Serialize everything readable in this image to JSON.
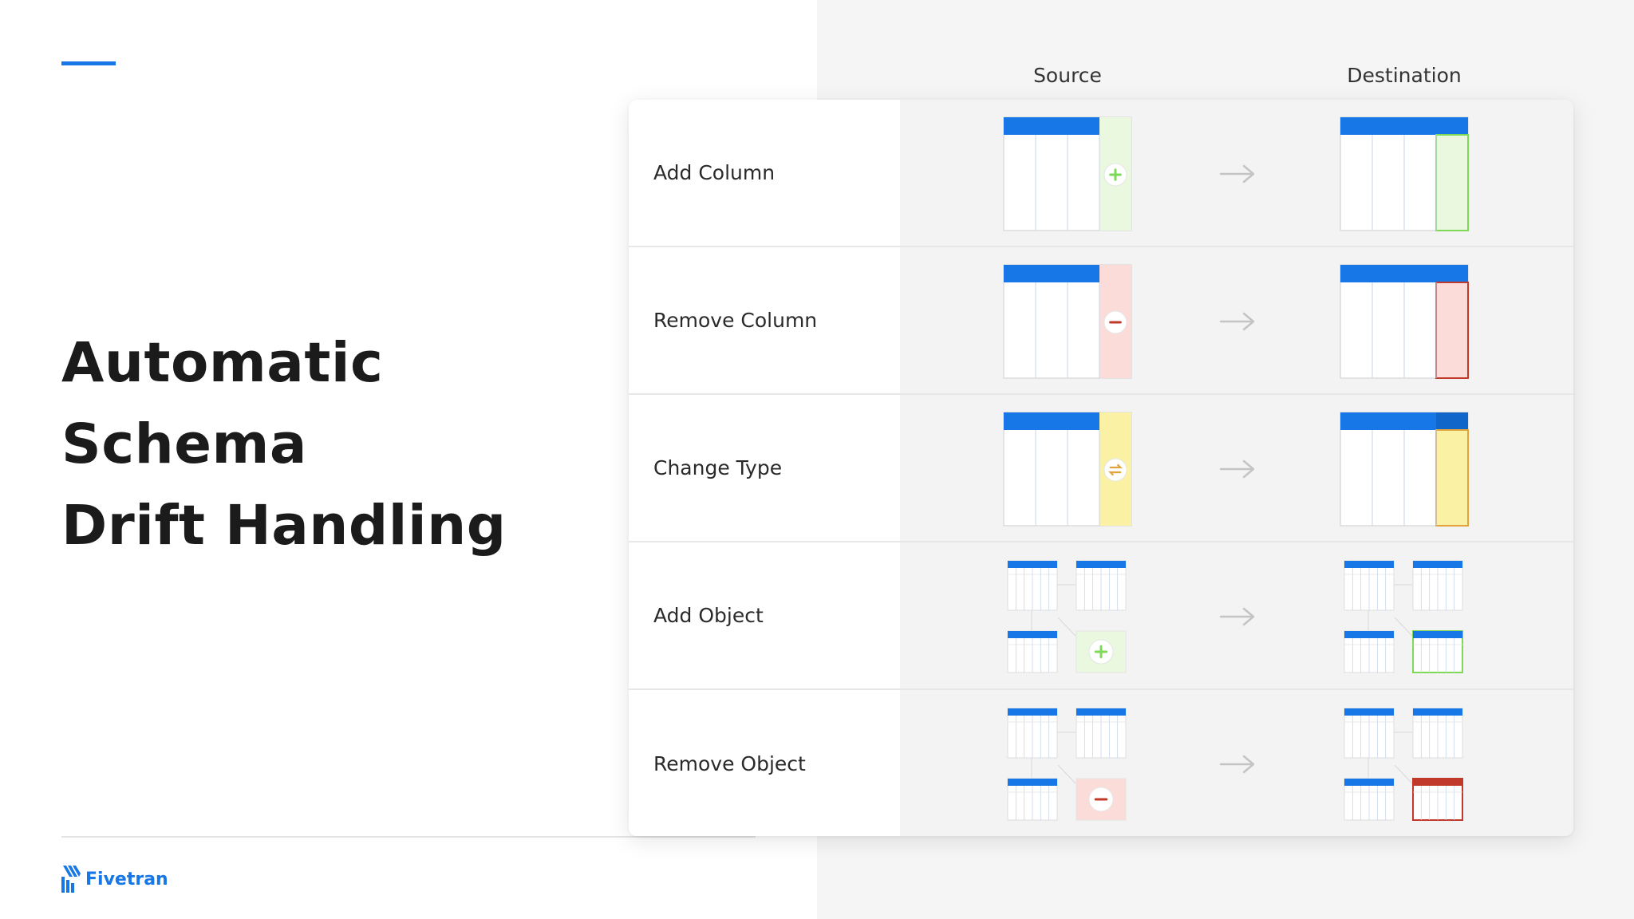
{
  "slide": {
    "title_lines": [
      "Automatic",
      "Schema",
      "Drift Handling"
    ],
    "brand": "Fivetran",
    "colors": {
      "accent": "#1777e6",
      "add": "#7ed957",
      "add_fill": "#e9f8df",
      "remove": "#c0392b",
      "remove_fill": "#fbdcd9",
      "change": "#e2a33a",
      "change_fill": "#fbf1a5"
    }
  },
  "columns": {
    "source": "Source",
    "destination": "Destination"
  },
  "rows": [
    {
      "label": "Add Column",
      "kind": "column",
      "variant": "add",
      "icon": "plus-icon"
    },
    {
      "label": "Remove Column",
      "kind": "column",
      "variant": "remove",
      "icon": "minus-icon"
    },
    {
      "label": "Change Type",
      "kind": "column",
      "variant": "change",
      "icon": "swap-icon"
    },
    {
      "label": "Add Object",
      "kind": "object",
      "variant": "add",
      "icon": "plus-icon"
    },
    {
      "label": "Remove Object",
      "kind": "object",
      "variant": "remove",
      "icon": "minus-icon"
    }
  ]
}
